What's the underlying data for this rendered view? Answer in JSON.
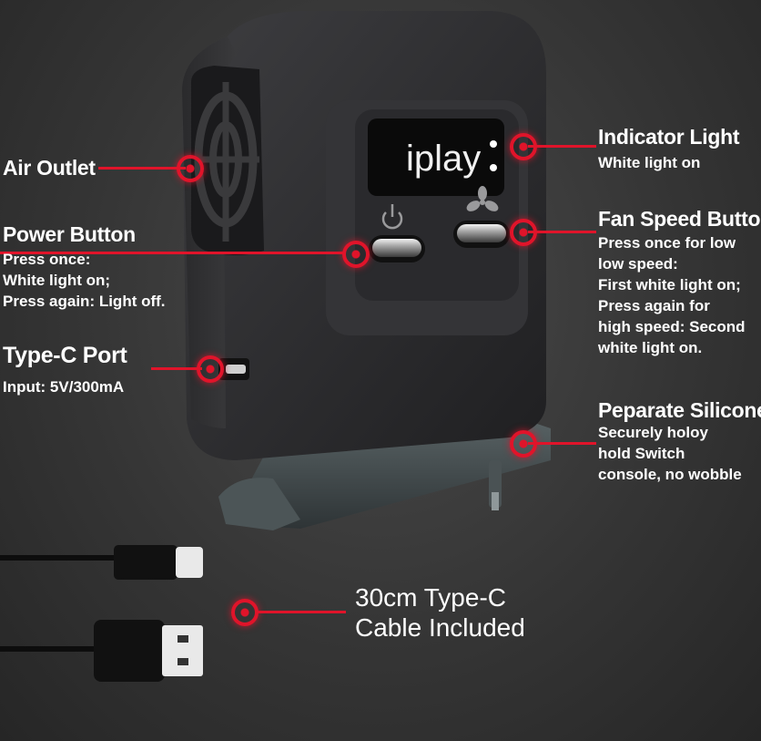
{
  "device": {
    "brand": "iplay",
    "colors": {
      "body": "#2b2b2d",
      "accent": "#e0142a",
      "screen": "#0a0a0a"
    },
    "icons": [
      "power-icon",
      "fan-icon"
    ]
  },
  "callouts": {
    "air_outlet": {
      "title": "Air Outlet"
    },
    "power_button": {
      "title": "Power Button",
      "lines": [
        "Press once:",
        "White light on;",
        "Press again: Light off."
      ]
    },
    "type_c_port": {
      "title": "Type-C Port",
      "lines": [
        "Input: 5V/300mA"
      ]
    },
    "indicator_light": {
      "title": "Indicator Light",
      "lines": [
        "White light on"
      ]
    },
    "fan_speed_button": {
      "title": "Fan Speed Button",
      "lines": [
        "Press once for low",
        "low speed:",
        "First white light on;",
        "Press again for",
        "high speed: Second",
        "white light on."
      ]
    },
    "silicone": {
      "title": "Peparate Silicone",
      "lines": [
        "Securely holoy",
        "hold Switch",
        "console, no wobble"
      ]
    },
    "cable": {
      "lines": [
        "30cm Type-C",
        "Cable Included"
      ]
    }
  }
}
